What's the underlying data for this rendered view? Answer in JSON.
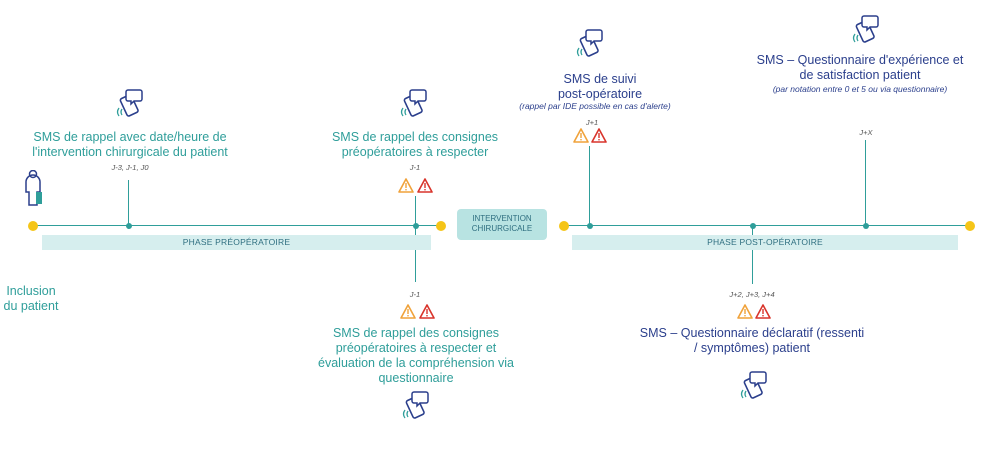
{
  "inclusion": "Inclusion\ndu patient",
  "phases": {
    "pre": "PHASE PRÉOPÉRATOIRE",
    "post": "PHASE POST-OPÉRATOIRE",
    "intervention": "INTERVENTION\nCHIRURGICALE"
  },
  "events": {
    "sms_rappel_date": {
      "label": "SMS de rappel avec date/heure de\nl'intervention chirurgicale du patient",
      "days": "J-3, J-1, J0"
    },
    "sms_consignes": {
      "label": "SMS de rappel des consignes\npréopératoires à respecter",
      "days": "J-1"
    },
    "sms_consignes_eval": {
      "label": "SMS de rappel des consignes\npréopératoires à respecter et\névaluation de la compréhension via\nquestionnaire",
      "days": "J-1"
    },
    "sms_suivi": {
      "label": "SMS de suivi\npost-opératoire",
      "note": "(rappel par IDE possible en cas d'alerte)",
      "days": "J+1"
    },
    "sms_questionnaire_declaratif": {
      "label": "SMS – Questionnaire déclaratif (ressenti\n/ symptômes) patient",
      "days": "J+2, J+3, J+4"
    },
    "sms_satisfaction": {
      "label": "SMS – Questionnaire d'expérience et\nde satisfaction patient",
      "note": "(par notation entre 0 et 5 ou via questionnaire)",
      "days": "J+X"
    }
  },
  "colors": {
    "teal": "#2f9e9a",
    "navy": "#2b3f8c",
    "yellow": "#f5c518",
    "band": "#d6eeee",
    "warn_orange": "#f0a23a",
    "warn_red": "#d9342b"
  }
}
